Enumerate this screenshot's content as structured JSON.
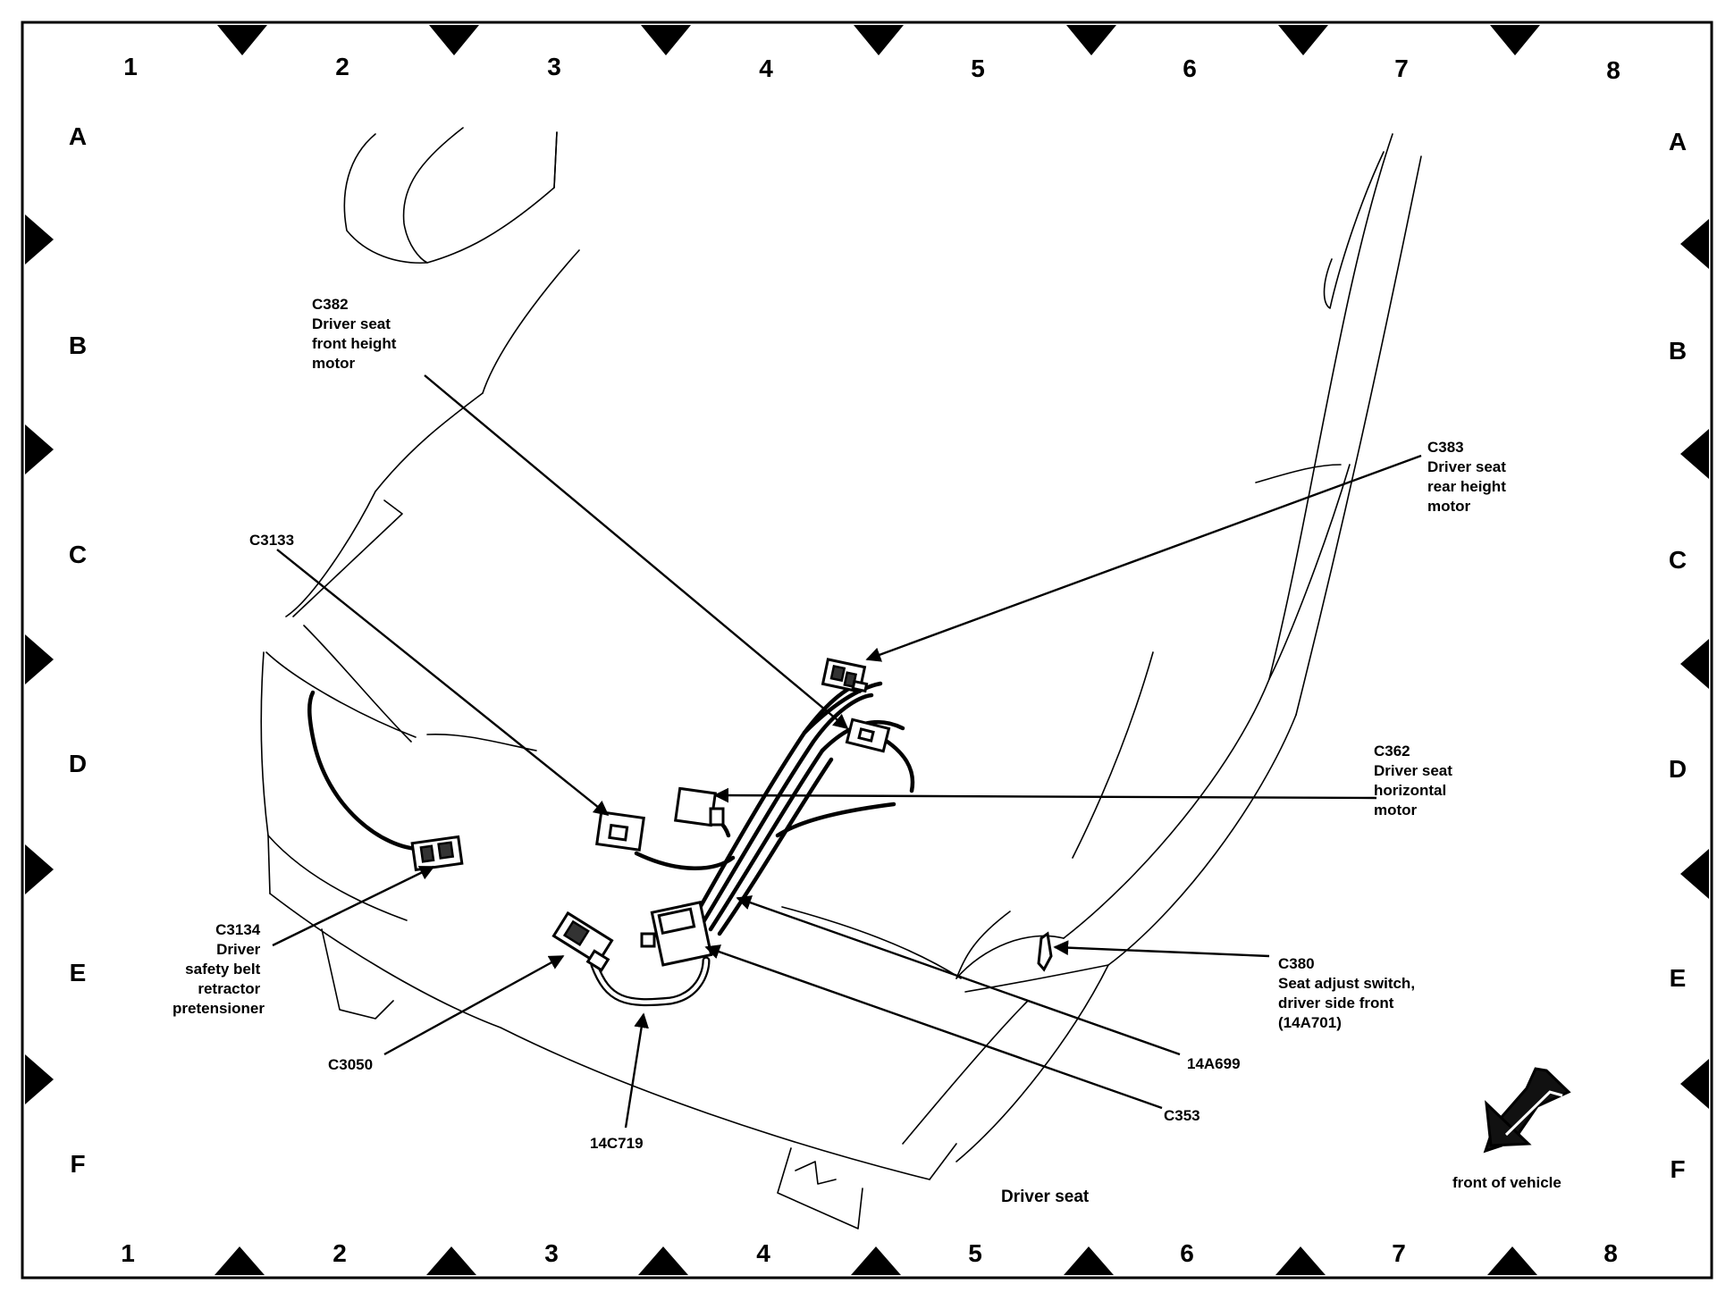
{
  "grid": {
    "columns": [
      "1",
      "2",
      "3",
      "4",
      "5",
      "6",
      "7",
      "8"
    ],
    "rows": [
      "A",
      "B",
      "C",
      "D",
      "E",
      "F"
    ]
  },
  "callouts": {
    "c382": [
      "C382",
      "Driver seat",
      "front height",
      "motor"
    ],
    "c383": [
      "C383",
      "Driver seat",
      "rear height",
      "motor"
    ],
    "c3133": [
      "C3133"
    ],
    "c362": [
      "C362",
      "Driver seat",
      "horizontal",
      "motor"
    ],
    "c3134": [
      "C3134",
      "Driver",
      "safety belt",
      "retractor",
      "pretensioner"
    ],
    "c380": [
      "C380",
      "Seat adjust switch,",
      "driver side front",
      "(14A701)"
    ],
    "h14a699": [
      "14A699"
    ],
    "c353": [
      "C353"
    ],
    "c3050": [
      "C3050"
    ],
    "h14c719": [
      "14C719"
    ]
  },
  "captions": {
    "seat": "Driver seat",
    "front": "front of vehicle"
  },
  "icons": {
    "front_arrow": "front-arrow-icon"
  }
}
